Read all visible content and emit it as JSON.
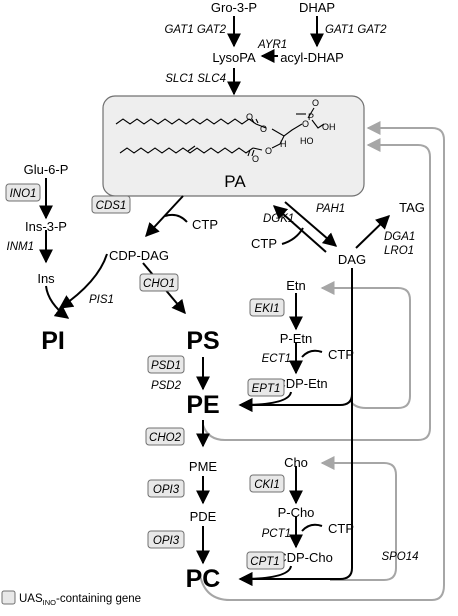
{
  "metabolites": {
    "gro3p": "Gro-3-P",
    "dhap": "DHAP",
    "lysopa": "LysoPA",
    "acyldhap": "acyl-DHAP",
    "pa": "PA",
    "glu6p": "Glu-6-P",
    "ins3p": "Ins-3-P",
    "ins": "Ins",
    "ctp": "CTP",
    "cdpdag": "CDP-DAG",
    "dag": "DAG",
    "tag": "TAG",
    "etn": "Etn",
    "petn": "P-Etn",
    "cdpetn": "CDP-Etn",
    "pi": "PI",
    "ps": "PS",
    "pe": "PE",
    "pme": "PME",
    "pde": "PDE",
    "pc": "PC",
    "cho": "Cho",
    "pcho": "P-Cho",
    "cdpcho": "CDP-Cho"
  },
  "genes": {
    "gat1_gat2": "GAT1 GAT2",
    "ayr1": "AYR1",
    "slc1_slc4": "SLC1 SLC4",
    "ino1": "INO1",
    "inm1": "INM1",
    "pis1": "PIS1",
    "cds1": "CDS1",
    "cho1": "CHO1",
    "dgk1": "DGK1",
    "pah1": "PAH1",
    "dga1": "DGA1",
    "lro1": "LRO1",
    "eki1": "EKI1",
    "ect1": "ECT1",
    "ept1": "EPT1",
    "psd1": "PSD1",
    "psd2": "PSD2",
    "cho2": "CHO2",
    "opi3": "OPI3",
    "cki1": "CKI1",
    "pct1": "PCT1",
    "cpt1": "CPT1",
    "spo14": "SPO14"
  },
  "legend": {
    "prefix": "UAS",
    "subscript": "INO",
    "suffix": "-containing gene"
  },
  "colors": {
    "arrow": "#000000",
    "return_arrow": "#a6a6a6",
    "box_fill": "#e8e8e8",
    "box_stroke": "#707070",
    "pa_box_fill": "#eeeeee"
  }
}
